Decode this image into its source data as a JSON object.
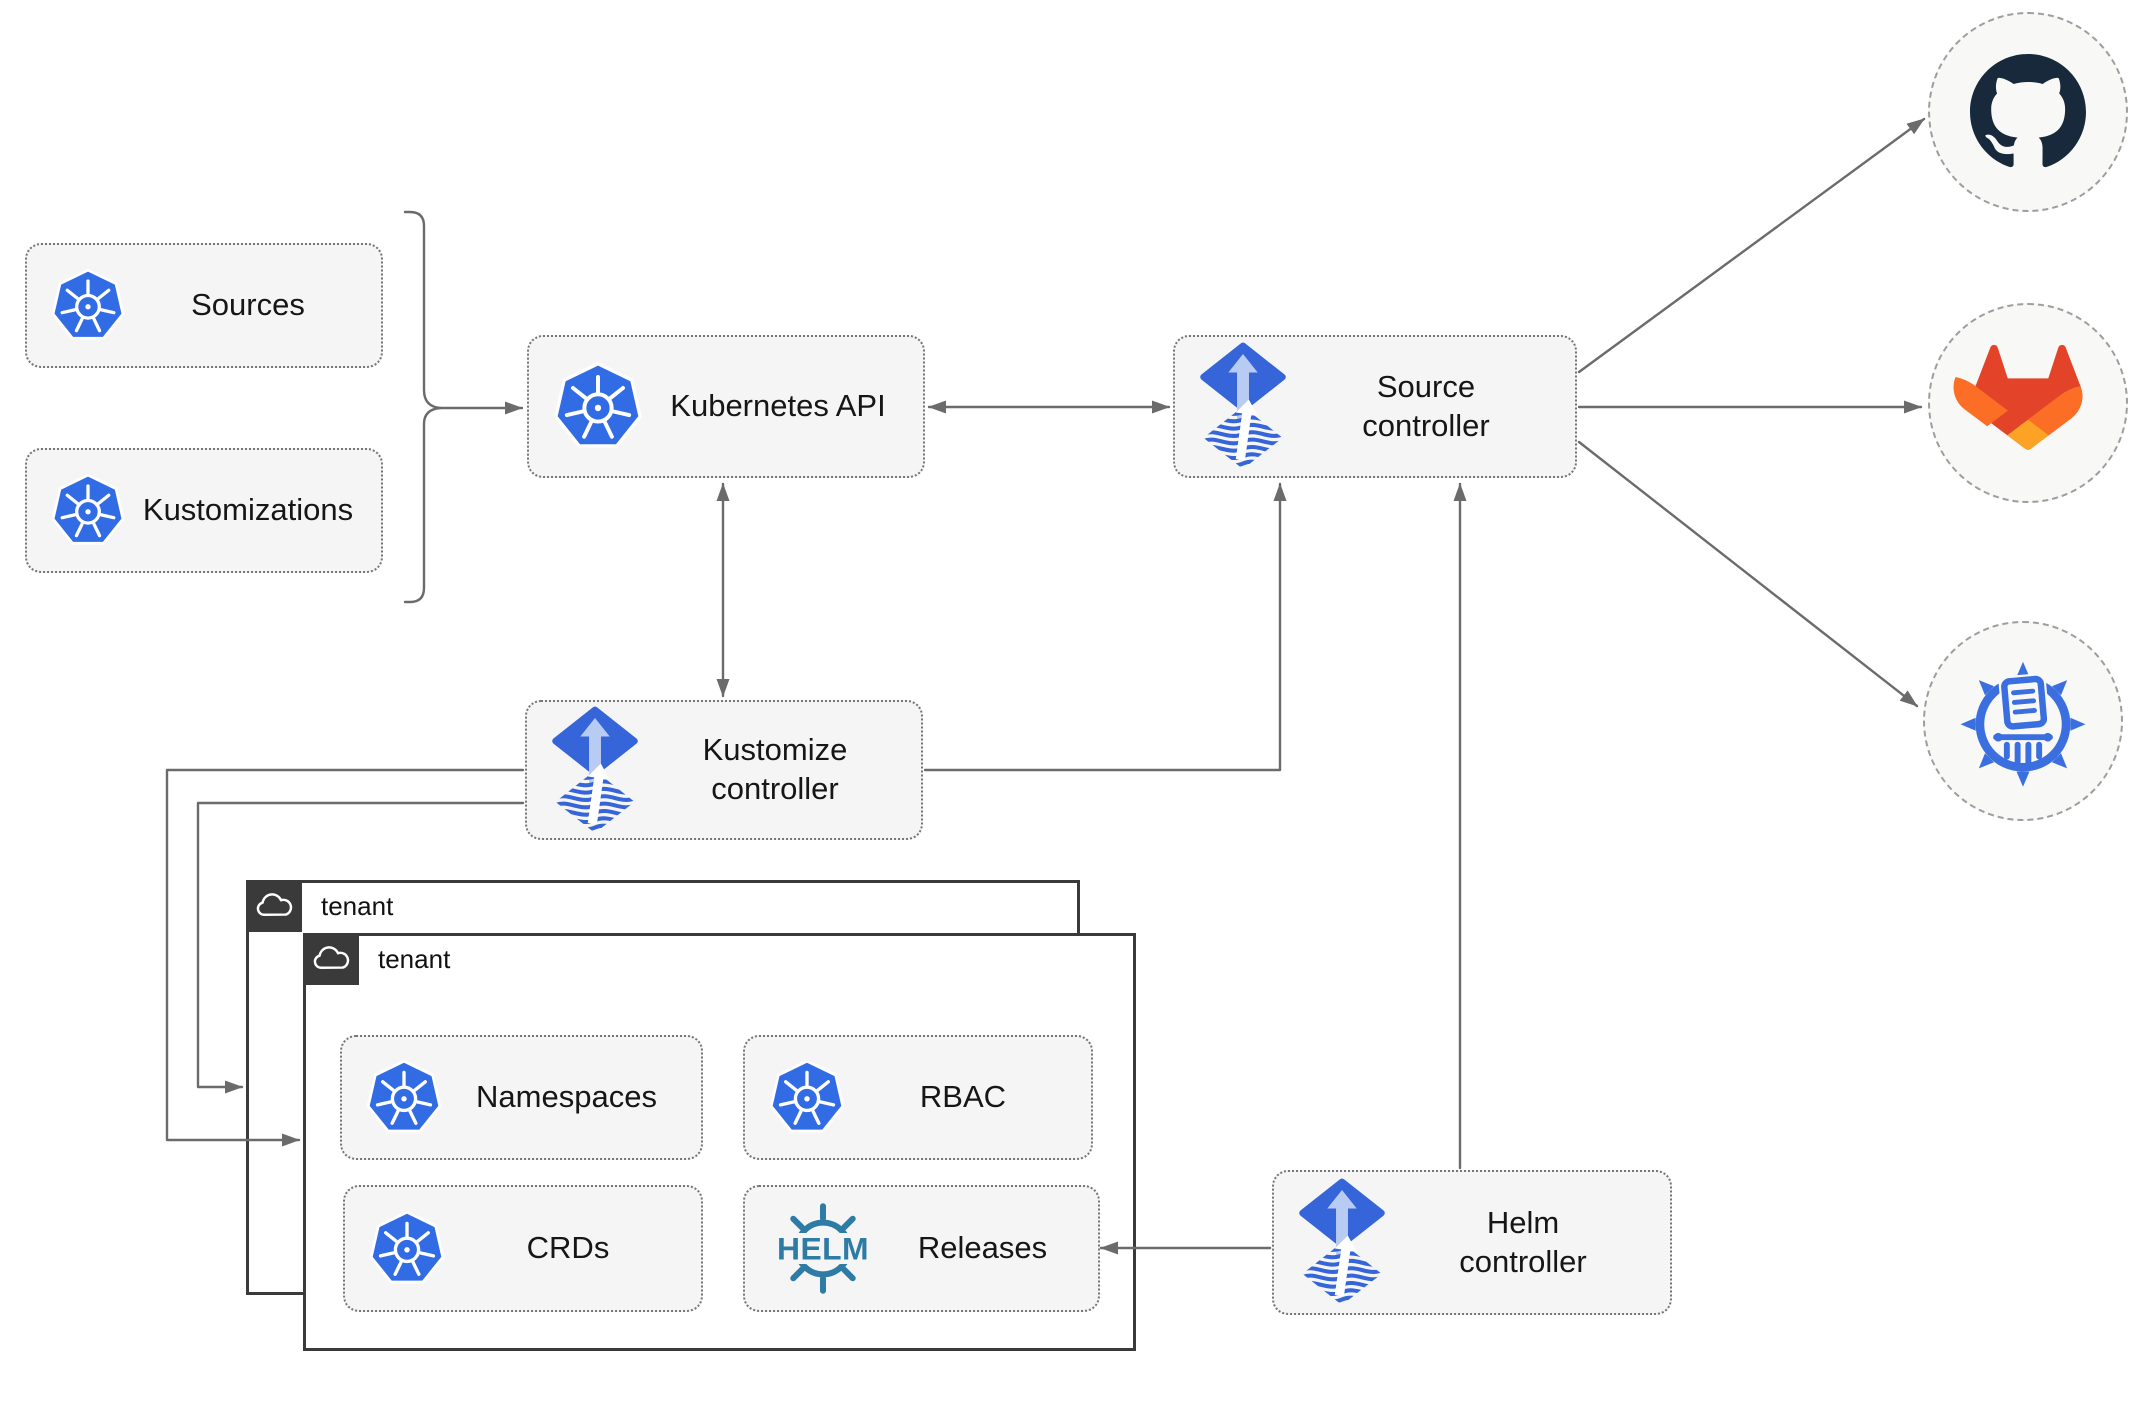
{
  "nodes": {
    "sources": {
      "label": "Sources"
    },
    "kustomizations": {
      "label": "Kustomizations"
    },
    "kubernetes_api": {
      "label": "Kubernetes API"
    },
    "source_controller": {
      "label": "Source\ncontroller"
    },
    "kustomize_controller": {
      "label": "Kustomize\ncontroller"
    },
    "helm_controller": {
      "label": "Helm\ncontroller"
    },
    "tenant_outer": {
      "label": "tenant"
    },
    "tenant_inner": {
      "label": "tenant"
    },
    "namespaces": {
      "label": "Namespaces"
    },
    "rbac": {
      "label": "RBAC"
    },
    "crds": {
      "label": "CRDs"
    },
    "releases": {
      "label": "Releases"
    }
  },
  "icons": {
    "helm_wordmark": "HELM",
    "kubernetes": "kubernetes-wheel-icon",
    "flux": "flux-diamond-arrow-icon",
    "helm": "helm-ship-wheel-icon",
    "github": "github-octocat-icon",
    "gitlab": "gitlab-fox-icon",
    "helm_repository": "chart-repository-museum-icon",
    "cloud": "cloud-icon"
  },
  "connections": [
    {
      "from": "sources+kustomizations",
      "to": "kubernetes_api",
      "type": "arrow"
    },
    {
      "from": "kubernetes_api",
      "to": "source_controller",
      "type": "double-arrow"
    },
    {
      "from": "kubernetes_api",
      "to": "kustomize_controller",
      "type": "double-arrow"
    },
    {
      "from": "kustomize_controller",
      "to": "source_controller",
      "type": "arrow"
    },
    {
      "from": "kustomize_controller",
      "to": "tenant_outer",
      "type": "arrow"
    },
    {
      "from": "kustomize_controller",
      "to": "tenant_inner",
      "type": "arrow"
    },
    {
      "from": "helm_controller",
      "to": "source_controller",
      "type": "arrow"
    },
    {
      "from": "helm_controller",
      "to": "releases",
      "type": "arrow"
    },
    {
      "from": "source_controller",
      "to": "github",
      "type": "arrow"
    },
    {
      "from": "source_controller",
      "to": "gitlab",
      "type": "arrow"
    },
    {
      "from": "source_controller",
      "to": "helm_repository",
      "type": "arrow"
    }
  ],
  "colors": {
    "k8s_blue": "#326ce5",
    "flux_blue": "#3565d9",
    "flux_arrow": "#b8cbf2",
    "helm_teal": "#2e7ba6",
    "github_navy": "#17293b",
    "gitlab_red": "#e24329",
    "gitlab_orange": "#fc6d26",
    "gitlab_yellow": "#fca326",
    "cm_blue": "#3b6fe0",
    "line_gray": "#6b6b6b",
    "box_fill": "#f5f5f5",
    "box_border": "#757575",
    "circle_fill": "#f8f8f6",
    "circle_border": "#9e9e9e",
    "tenant_dark": "#3a3a3a"
  }
}
